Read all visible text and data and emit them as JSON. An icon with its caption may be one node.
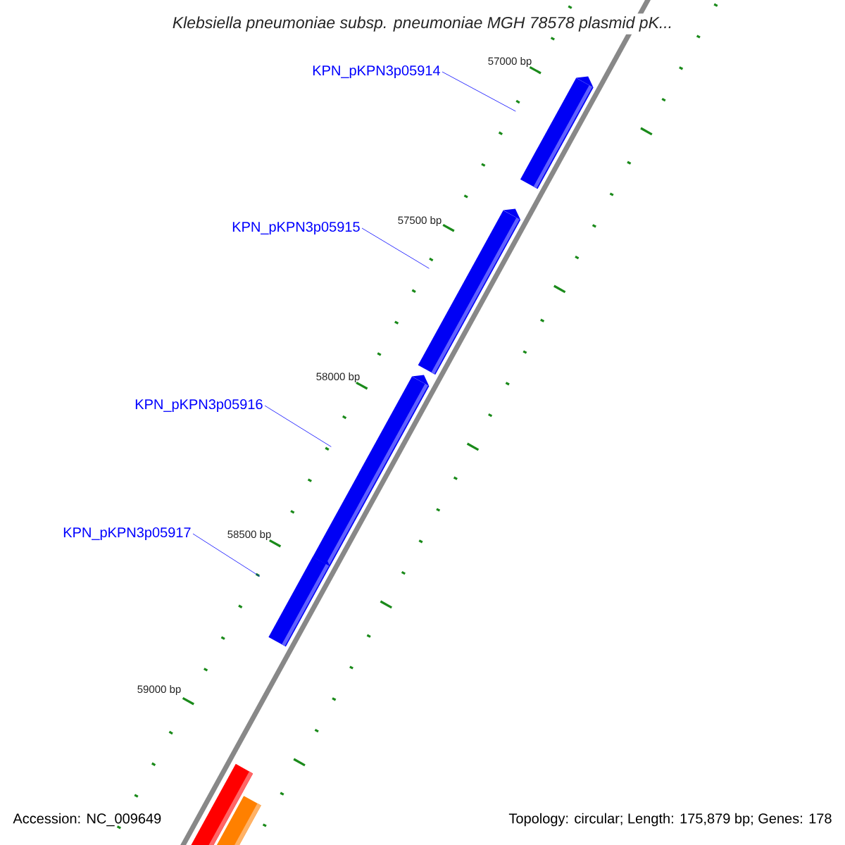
{
  "diagram": {
    "title": "Klebsiella pneumoniae subsp. pneumoniae MGH 78578 plasmid pK...",
    "nodes": [
      {
        "text": [
          "KPN_pKPN3p05914"
        ]
      },
      {
        "text": [
          "KPN_pKPN3p05915"
        ]
      },
      {
        "text": [
          "KPN_pKPN3p05916"
        ]
      },
      {
        "text": [
          "KPN_pKPN3p05917"
        ]
      },
      {
        "text": [],
        "shape": "arrow"
      },
      {
        "text": [],
        "shape": "arrow"
      },
      {
        "text": [],
        "shape": "arrow"
      },
      {
        "text": [],
        "shape": "arrow"
      }
    ],
    "edges": [
      {
        "from": 0,
        "to": 4,
        "arrow": "none"
      },
      {
        "from": 1,
        "to": 5,
        "arrow": "none"
      },
      {
        "from": 2,
        "to": 6,
        "arrow": "none"
      },
      {
        "from": 3,
        "to": 7,
        "arrow": "none"
      }
    ],
    "labels": [
      "57000 bp",
      "57500 bp",
      "58000 bp",
      "58500 bp",
      "59000 bp",
      "Accession: NC_009649",
      "Topology: circular; Length: 175,879 bp; Genes: 178"
    ]
  }
}
